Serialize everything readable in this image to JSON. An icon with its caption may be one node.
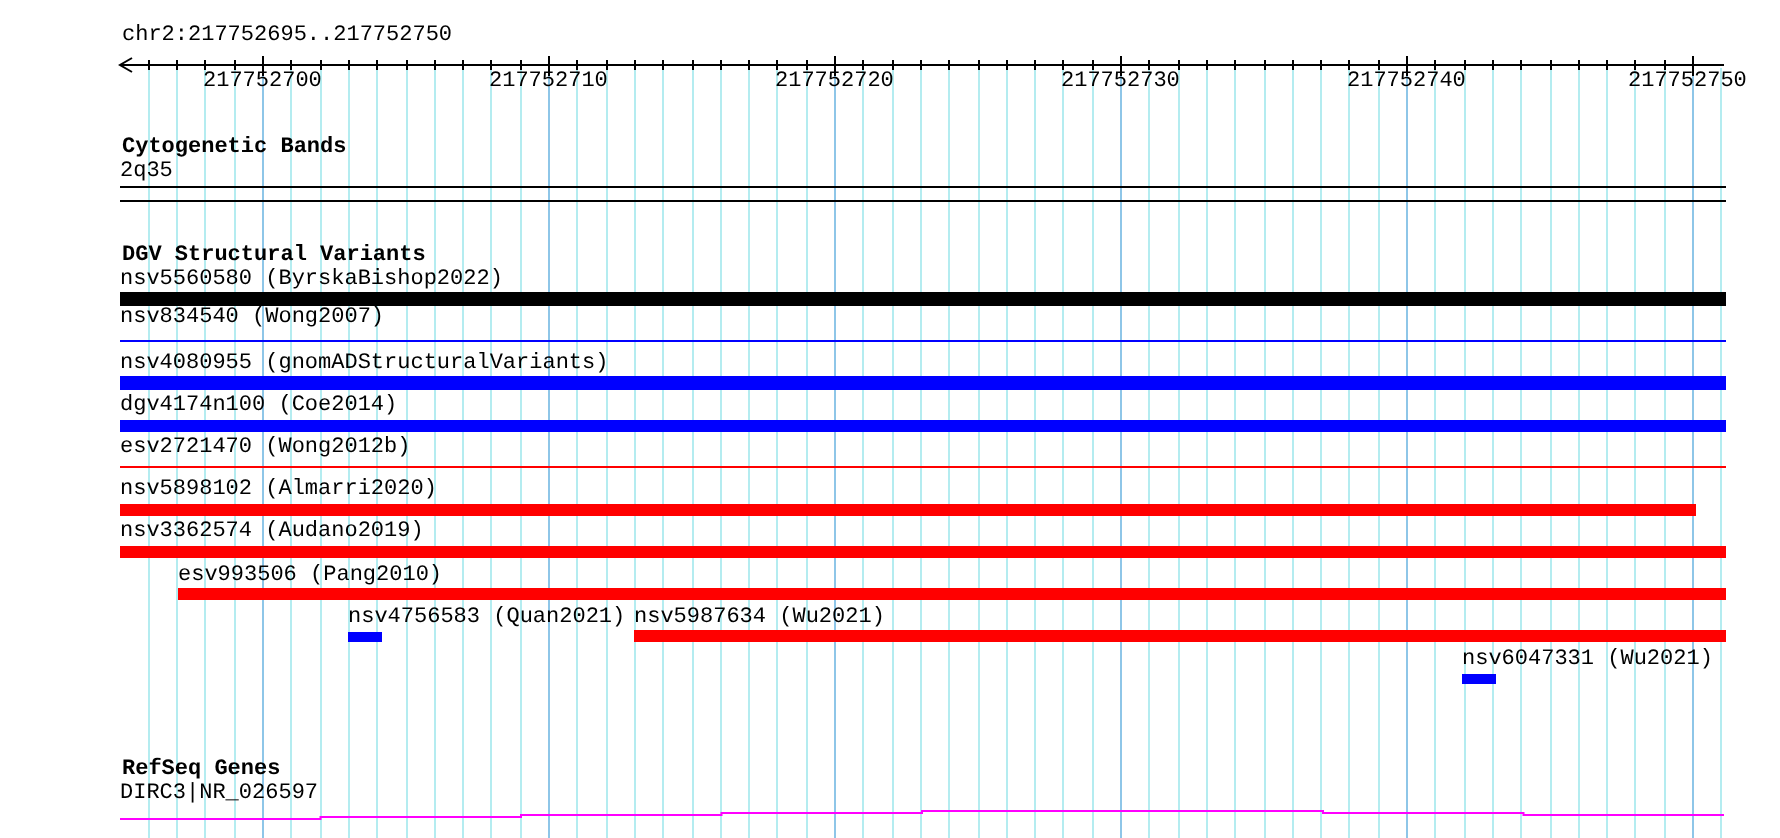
{
  "diagram": {
    "nodes": [
      {
        "text": [
          "2q35"
        ]
      },
      {
        "text": [
          "nsv5560580 (ByrskaBishop2022)"
        ]
      },
      {
        "text": [
          "nsv834540 (Wong2007)"
        ]
      },
      {
        "text": [
          "nsv4080955 (gnomADStructuralVariants)"
        ]
      },
      {
        "text": [
          "dgv4174n100 (Coe2014)"
        ]
      },
      {
        "text": [
          "esv2721470 (Wong2012b)"
        ]
      },
      {
        "text": [
          "nsv5898102 (Almarri2020)"
        ]
      },
      {
        "text": [
          "nsv3362574 (Audano2019)"
        ]
      },
      {
        "text": [
          "esv993506 (Pang2010)"
        ]
      },
      {
        "text": [
          "nsv4756583 (Quan2021)"
        ]
      },
      {
        "text": [
          "nsv5987634 (Wu2021)"
        ]
      },
      {
        "text": [
          "nsv6047331 (Wu2021)"
        ]
      },
      {
        "text": [
          "DIRC3|NR_026597"
        ]
      }
    ],
    "labels": [
      "chr2:217752695..217752750",
      "217752700",
      "217752710",
      "217752720",
      "217752730",
      "217752740",
      "217752750",
      "Cytogenetic Bands",
      "DGV Structural Variants",
      "RefSeq Genes"
    ]
  }
}
